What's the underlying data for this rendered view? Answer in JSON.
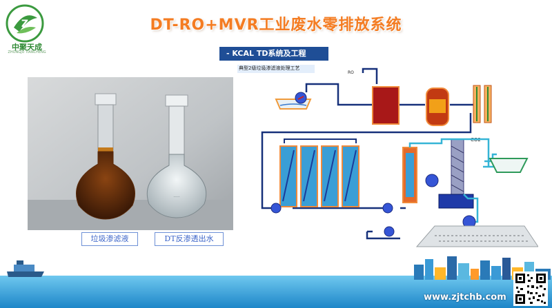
{
  "brand": {
    "name": "中聚天成",
    "sub": "ZHONGJU TIANCHENG"
  },
  "header": {
    "title": "DT-RO+MVR工业废水零排放系统"
  },
  "section": {
    "label": "- KCAL TD系统及工程"
  },
  "diagram": {
    "title": "典型2级垃圾渗滤液处理工艺",
    "label_ro": "RO",
    "label_co2": "CO2"
  },
  "photo": {
    "caption_left": "垃圾渗滤液",
    "caption_right": "DT反渗透出水"
  },
  "footer": {
    "url": "www.zjtchb.com"
  },
  "colors": {
    "title": "#f47c22",
    "accent_blue": "#1f4e96",
    "caption_text": "#3a63c8",
    "pipe_dark": "#16307a",
    "pipe_light": "#35b4d6"
  }
}
